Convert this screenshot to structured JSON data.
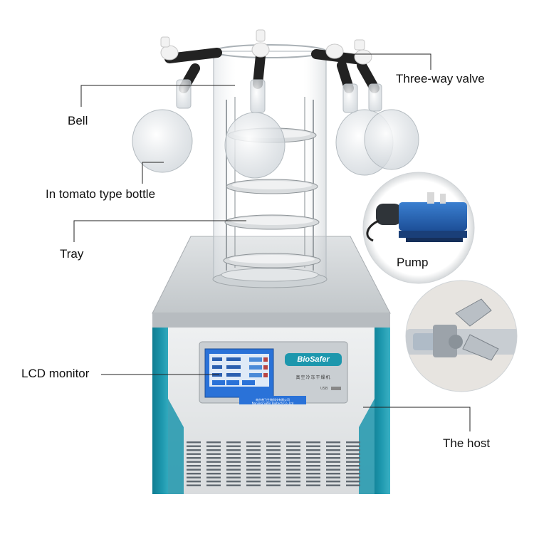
{
  "labels": {
    "three_way_valve": "Three-way valve",
    "bell": "Bell",
    "bottle": "In tomato type bottle",
    "tray": "Tray",
    "pump": "Pump",
    "lcd_monitor": "LCD monitor",
    "host": "The host"
  },
  "machine": {
    "brand": "BioSafer",
    "title_cn": "真空冷冻干燥机",
    "maker_cn": "南京普飞生物科技有限公司",
    "maker_en": "Nanjing Safer Biotech Co.,Ltd",
    "usb": "USB"
  },
  "colors": {
    "cabinet_teal": "#1d97ad",
    "steel": "#cfd3d6",
    "lcd_blue": "#2a72d8"
  }
}
